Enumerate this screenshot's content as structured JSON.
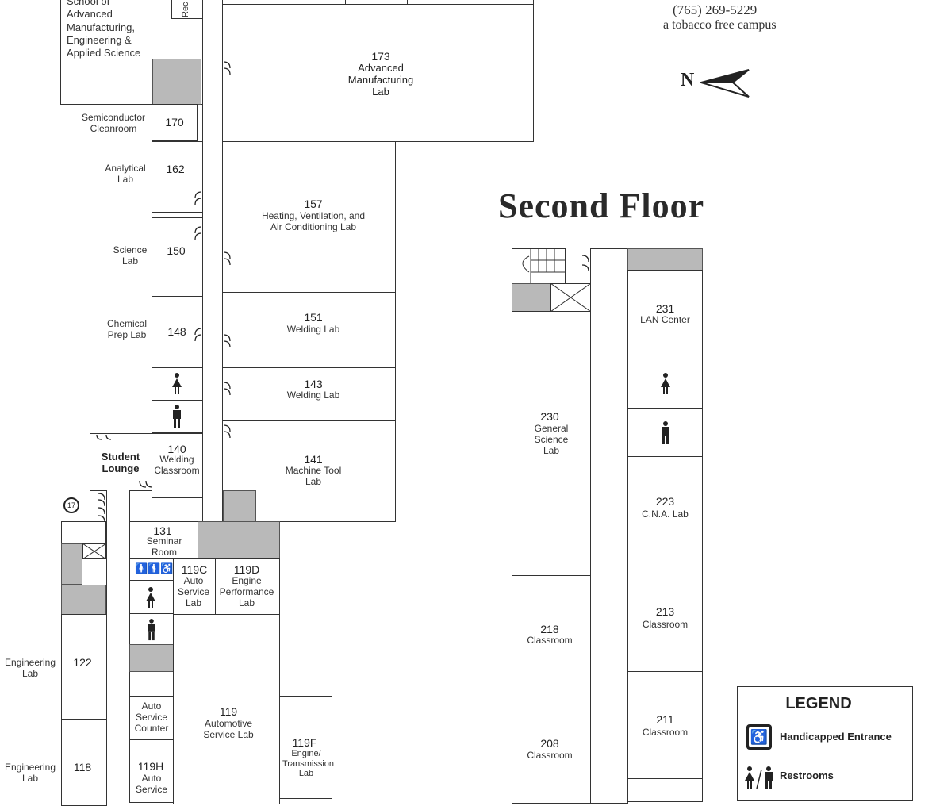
{
  "header": {
    "phone": "(765) 269-5229",
    "tagline": "a tobacco free campus",
    "north_letter": "N"
  },
  "floor_title": "Second Floor",
  "first_floor": {
    "school_label": "School of Advanced Manufacturing, Engineering & Applied Science",
    "rec_label": "Rec",
    "rooms": {
      "r173": {
        "num": "173",
        "name": "Advanced Manufacturing Lab"
      },
      "r170": {
        "num": "170",
        "name": "Semiconductor Cleanroom"
      },
      "r162": {
        "num": "162",
        "name": "Analytical Lab"
      },
      "r157": {
        "num": "157",
        "name": "Heating, Ventilation, and Air Conditioning Lab"
      },
      "r150": {
        "num": "150",
        "name": "Science Lab"
      },
      "r151": {
        "num": "151",
        "name": "Welding Lab"
      },
      "r148": {
        "num": "148",
        "name": "Chemical Prep Lab"
      },
      "r143": {
        "num": "143",
        "name": "Welding Lab"
      },
      "r141": {
        "num": "141",
        "name": "Machine Tool Lab"
      },
      "r140": {
        "num": "140",
        "name": "Welding Classroom"
      },
      "lounge": {
        "name": "Student Lounge"
      },
      "r131": {
        "num": "131",
        "name": "Seminar Room"
      },
      "r119C": {
        "num": "119C",
        "name": "Auto Service Lab"
      },
      "r119D": {
        "num": "119D",
        "name": "Engine Performance Lab"
      },
      "r122": {
        "num": "122",
        "name": "Engineering Lab"
      },
      "r118": {
        "num": "118",
        "name": "Engineering Lab"
      },
      "counter": {
        "name": "Auto Service Counter"
      },
      "r119": {
        "num": "119",
        "name": "Automotive Service Lab"
      },
      "r119F": {
        "num": "119F",
        "name": "Engine/ Transmission Lab"
      },
      "r119H": {
        "num": "119H",
        "name": "Auto Service"
      }
    },
    "entrance_number": "17"
  },
  "second_floor": {
    "rooms": {
      "r231": {
        "num": "231",
        "name": "LAN Center"
      },
      "r230": {
        "num": "230",
        "name": "General Science Lab"
      },
      "r223": {
        "num": "223",
        "name": "C.N.A. Lab"
      },
      "r218": {
        "num": "218",
        "name": "Classroom"
      },
      "r213": {
        "num": "213",
        "name": "Classroom"
      },
      "r211": {
        "num": "211",
        "name": "Classroom"
      },
      "r208": {
        "num": "208",
        "name": "Classroom"
      }
    }
  },
  "legend": {
    "title": "LEGEND",
    "items": [
      {
        "icon": "handicapped-icon",
        "label": "Handicapped Entrance"
      },
      {
        "icon": "restroom-icon",
        "label": "Restrooms"
      }
    ]
  },
  "colors": {
    "wall": "#333333",
    "fill": "#b9b9b9",
    "text": "#222222"
  }
}
